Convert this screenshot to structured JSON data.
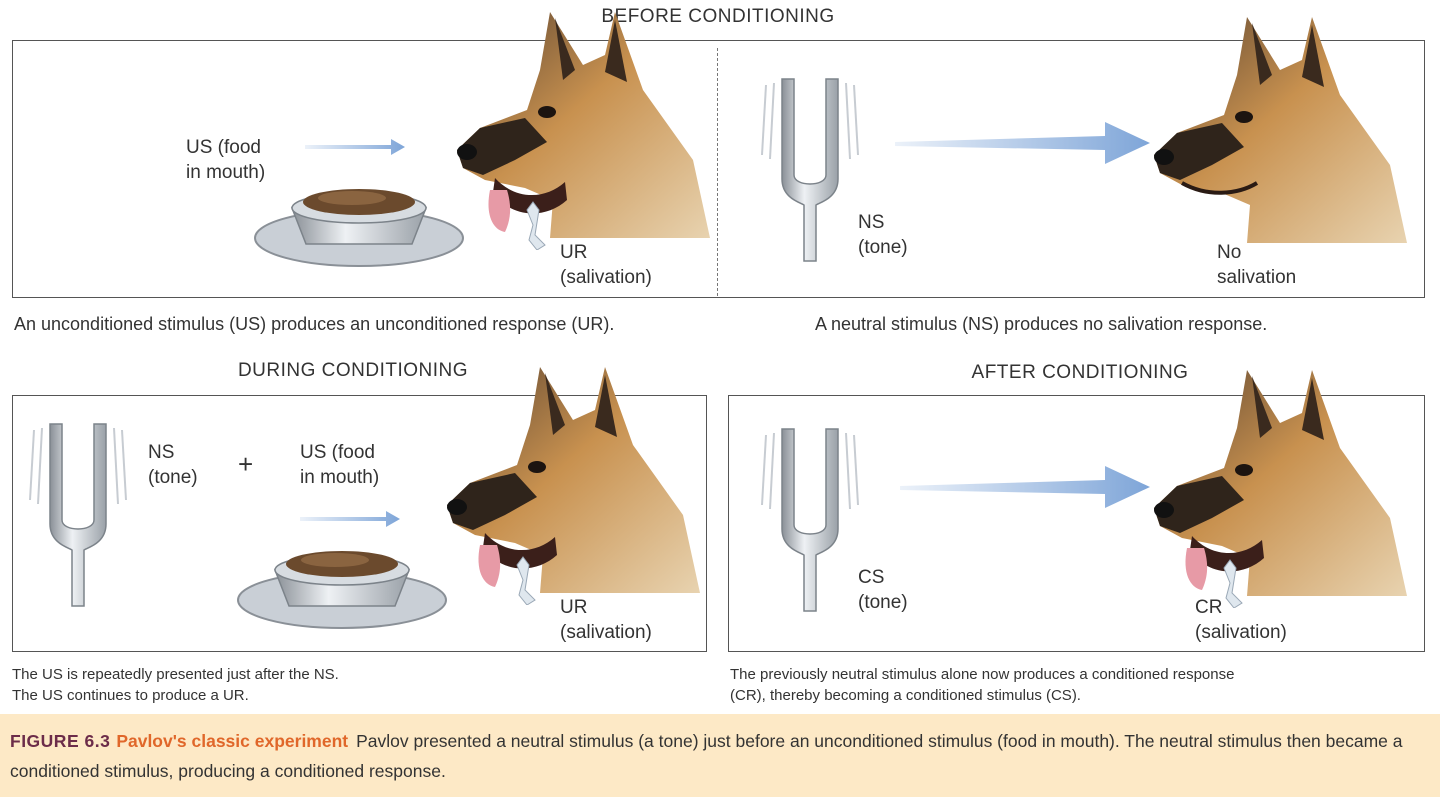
{
  "headings": {
    "before": "BEFORE CONDITIONING",
    "during": "DURING CONDITIONING",
    "after": "AFTER CONDITIONING"
  },
  "before_left": {
    "stimulus": "US (food\nin mouth)",
    "response": "UR\n(salivation)",
    "caption": "An unconditioned stimulus (US) produces an unconditioned response (UR)."
  },
  "before_right": {
    "stimulus": "NS\n(tone)",
    "response": "No\nsalivation",
    "caption": "A neutral stimulus (NS) produces no salivation response."
  },
  "during": {
    "ns": "NS\n(tone)",
    "plus": "+",
    "us": "US (food\nin mouth)",
    "response": "UR\n(salivation)",
    "caption": "The US is repeatedly presented just after the NS.\nThe US continues to produce a UR."
  },
  "after": {
    "stimulus": "CS\n(tone)",
    "response": "CR\n(salivation)",
    "caption": "The previously neutral stimulus alone now produces a conditioned response\n(CR), thereby becoming a conditioned stimulus (CS)."
  },
  "figure": {
    "number": "FIGURE 6.3",
    "title": "Pavlov's classic experiment",
    "text": "Pavlov presented a neutral stimulus (a tone) just before an unconditioned stimulus (food in mouth). The neutral stimulus then became a conditioned stimulus, producing a conditioned response."
  },
  "colors": {
    "arrow": "#7ea5d8",
    "fur": "#c8914f",
    "fig_background": "#fde9c6",
    "fig_number": "#6c2c49",
    "fig_title": "#e0672a"
  }
}
